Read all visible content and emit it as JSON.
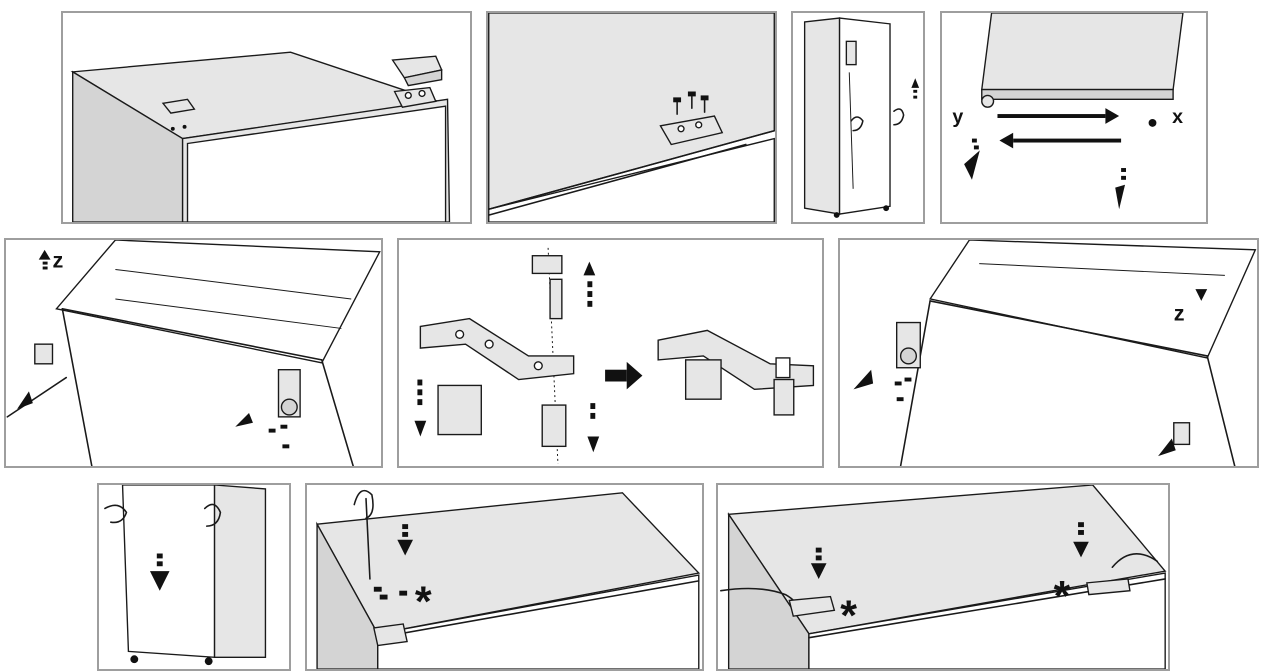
{
  "labels": {
    "y": "y",
    "x": "x",
    "z_left": "z",
    "z_right": "z",
    "star_a": "*",
    "star_b": "*",
    "star_c": "*"
  },
  "colors": {
    "panel_border": "#9e9e9e",
    "surface": "#e6e6e6",
    "surface_dark": "#d4d4d4",
    "line": "#1a1a1a",
    "arrow": "#111111"
  },
  "icons": [
    "arrow-icon",
    "screw-icon",
    "hinge-icon",
    "hand-icon",
    "screwdriver-icon",
    "foot-icon"
  ]
}
